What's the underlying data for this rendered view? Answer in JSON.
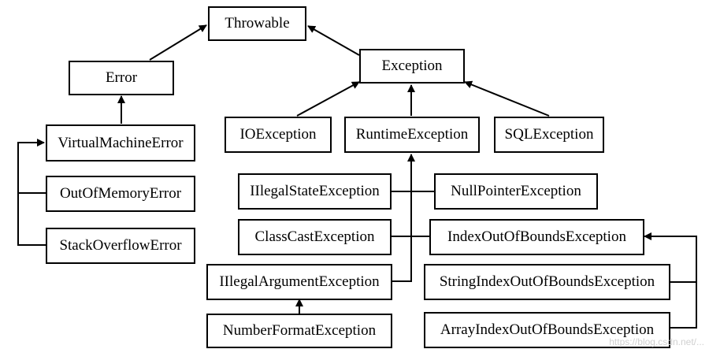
{
  "diagram": {
    "nodes": {
      "throwable": "Throwable",
      "error": "Error",
      "exception": "Exception",
      "virtual_machine_error": "VirtualMachineError",
      "out_of_memory_error": "OutOfMemoryError",
      "stack_overflow_error": "StackOverflowError",
      "io_exception": "IOException",
      "runtime_exception": "RuntimeException",
      "sql_exception": "SQLException",
      "illegal_state_exception": "IIlegalStateException",
      "null_pointer_exception": "NullPointerException",
      "class_cast_exception": "ClassCastException",
      "index_out_of_bounds_exception": "IndexOutOfBoundsException",
      "illegal_argument_exception": "IIlegalArgumentException",
      "string_index_out_of_bounds_exception": "StringIndexOutOfBoundsException",
      "number_format_exception": "NumberFormatException",
      "array_index_out_of_bounds_exception": "ArrayIndexOutOfBoundsException"
    },
    "edges": [
      {
        "from": "Error",
        "to": "Throwable"
      },
      {
        "from": "Exception",
        "to": "Throwable"
      },
      {
        "from": "VirtualMachineError",
        "to": "Error"
      },
      {
        "from": "OutOfMemoryError",
        "to": "VirtualMachineError"
      },
      {
        "from": "StackOverflowError",
        "to": "VirtualMachineError"
      },
      {
        "from": "IOException",
        "to": "Exception"
      },
      {
        "from": "RuntimeException",
        "to": "Exception"
      },
      {
        "from": "SQLException",
        "to": "Exception"
      },
      {
        "from": "IIlegalStateException",
        "to": "RuntimeException"
      },
      {
        "from": "NullPointerException",
        "to": "RuntimeException"
      },
      {
        "from": "ClassCastException",
        "to": "RuntimeException"
      },
      {
        "from": "IndexOutOfBoundsException",
        "to": "RuntimeException"
      },
      {
        "from": "IIlegalArgumentException",
        "to": "RuntimeException"
      },
      {
        "from": "NumberFormatException",
        "to": "IIlegalArgumentException"
      },
      {
        "from": "StringIndexOutOfBoundsException",
        "to": "IndexOutOfBoundsException"
      },
      {
        "from": "ArrayIndexOutOfBoundsException",
        "to": "IndexOutOfBoundsException"
      }
    ]
  },
  "watermark": "https://blog.csdn.net/..."
}
